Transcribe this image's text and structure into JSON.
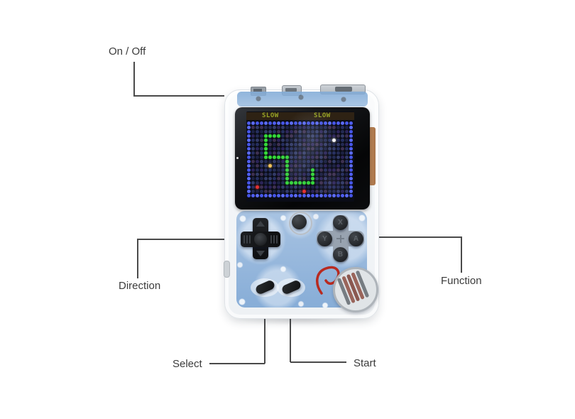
{
  "page": {
    "background": "#ffffff"
  },
  "annotations": {
    "on_off": "On / Off",
    "direction": "Direction",
    "function": "Function",
    "select": "Select",
    "start": "Start"
  },
  "console": {
    "function_buttons": {
      "top": "X",
      "left": "Y",
      "right": "A",
      "bottom": "B"
    },
    "screen": {
      "status_left": "SLOW",
      "status_right": "SLOW",
      "status_text_color": "#97a426",
      "status_bg_color": "#2e2214",
      "grid": {
        "cols": 25,
        "rows": 18,
        "cell": 6,
        "dot": 5
      },
      "colors": {
        "border_palette": [
          "#4f5ef2",
          "#5b6bf8",
          "#4656e8"
        ],
        "bg_palette": [
          "#1c2142",
          "#232a52",
          "#2b2458",
          "#323a66",
          "#3d3050",
          "#252e5e"
        ],
        "snake": "#35d83a"
      },
      "snake_cells": [
        [
          4,
          3
        ],
        [
          5,
          3
        ],
        [
          6,
          3
        ],
        [
          7,
          3
        ],
        [
          4,
          4
        ],
        [
          4,
          5
        ],
        [
          4,
          6
        ],
        [
          4,
          7
        ],
        [
          4,
          8
        ],
        [
          5,
          8
        ],
        [
          6,
          8
        ],
        [
          7,
          8
        ],
        [
          8,
          8
        ],
        [
          9,
          8
        ],
        [
          9,
          9
        ],
        [
          9,
          10
        ],
        [
          9,
          11
        ],
        [
          9,
          12
        ],
        [
          9,
          13
        ],
        [
          9,
          14
        ],
        [
          10,
          14
        ],
        [
          11,
          14
        ],
        [
          12,
          14
        ],
        [
          13,
          14
        ],
        [
          14,
          14
        ],
        [
          15,
          14
        ],
        [
          15,
          13
        ],
        [
          15,
          12
        ],
        [
          15,
          11
        ]
      ],
      "food": [
        {
          "col": 20,
          "row": 4,
          "color": "#ffffff",
          "name": "food-white"
        },
        {
          "col": 5,
          "row": 10,
          "color": "#f2c45e",
          "name": "food-orange"
        },
        {
          "col": 2,
          "row": 15,
          "color": "#e23333",
          "name": "food-red-1"
        },
        {
          "col": 13,
          "row": 16,
          "color": "#e23333",
          "name": "food-red-2"
        }
      ]
    }
  }
}
